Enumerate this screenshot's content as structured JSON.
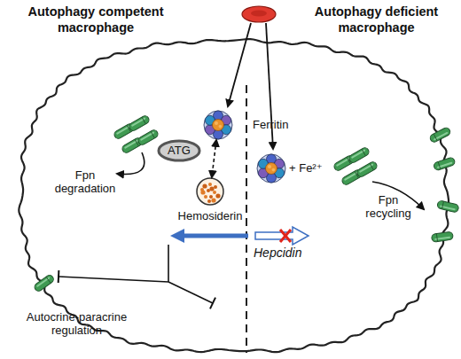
{
  "diagram": {
    "nodes": [
      {
        "text": [
          "Ferritin"
        ]
      },
      {
        "text": [
          "ATG"
        ]
      },
      {
        "text": [
          "Hemosiderin"
        ]
      }
    ],
    "edges": [
      {
        "from": 0,
        "to": 2,
        "arrow": "both"
      }
    ],
    "labels": [
      "Autophagy competent macrophage",
      "Autophagy deficient macrophage",
      "Fpn degradation",
      "+ Fe²⁺",
      "Fpn recycling",
      "Hepcidin",
      "Autocrine-paracrine regulation"
    ]
  }
}
